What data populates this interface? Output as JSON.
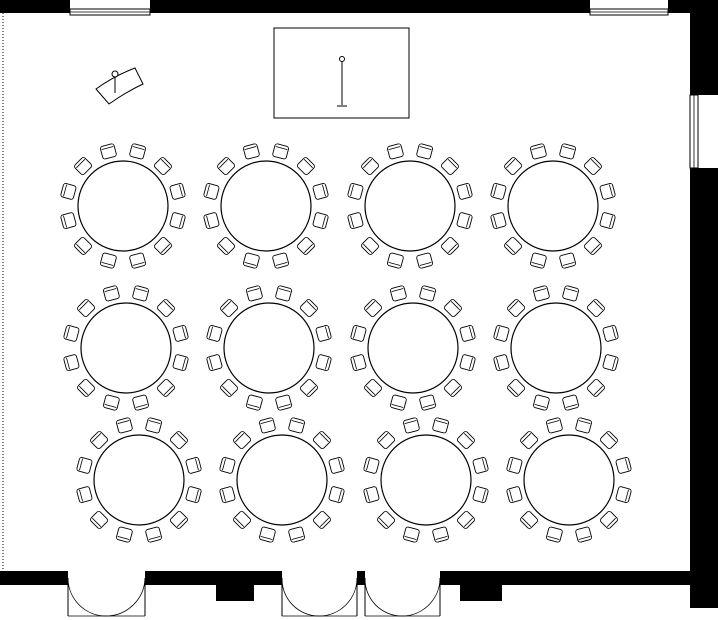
{
  "floor_plan": {
    "layout": "banquet",
    "table_shape": "round",
    "rows": 3,
    "columns": 4,
    "table_count": 12,
    "chairs_per_table": 12,
    "stage": {
      "present": true,
      "has_microphone_stand": true
    },
    "lectern": {
      "present": true,
      "has_microphone": true
    },
    "doors": {
      "double_doors": 3
    },
    "windows": 3,
    "colors": {
      "walls": "#000000",
      "background": "#ffffff",
      "outline": "#000000"
    }
  }
}
